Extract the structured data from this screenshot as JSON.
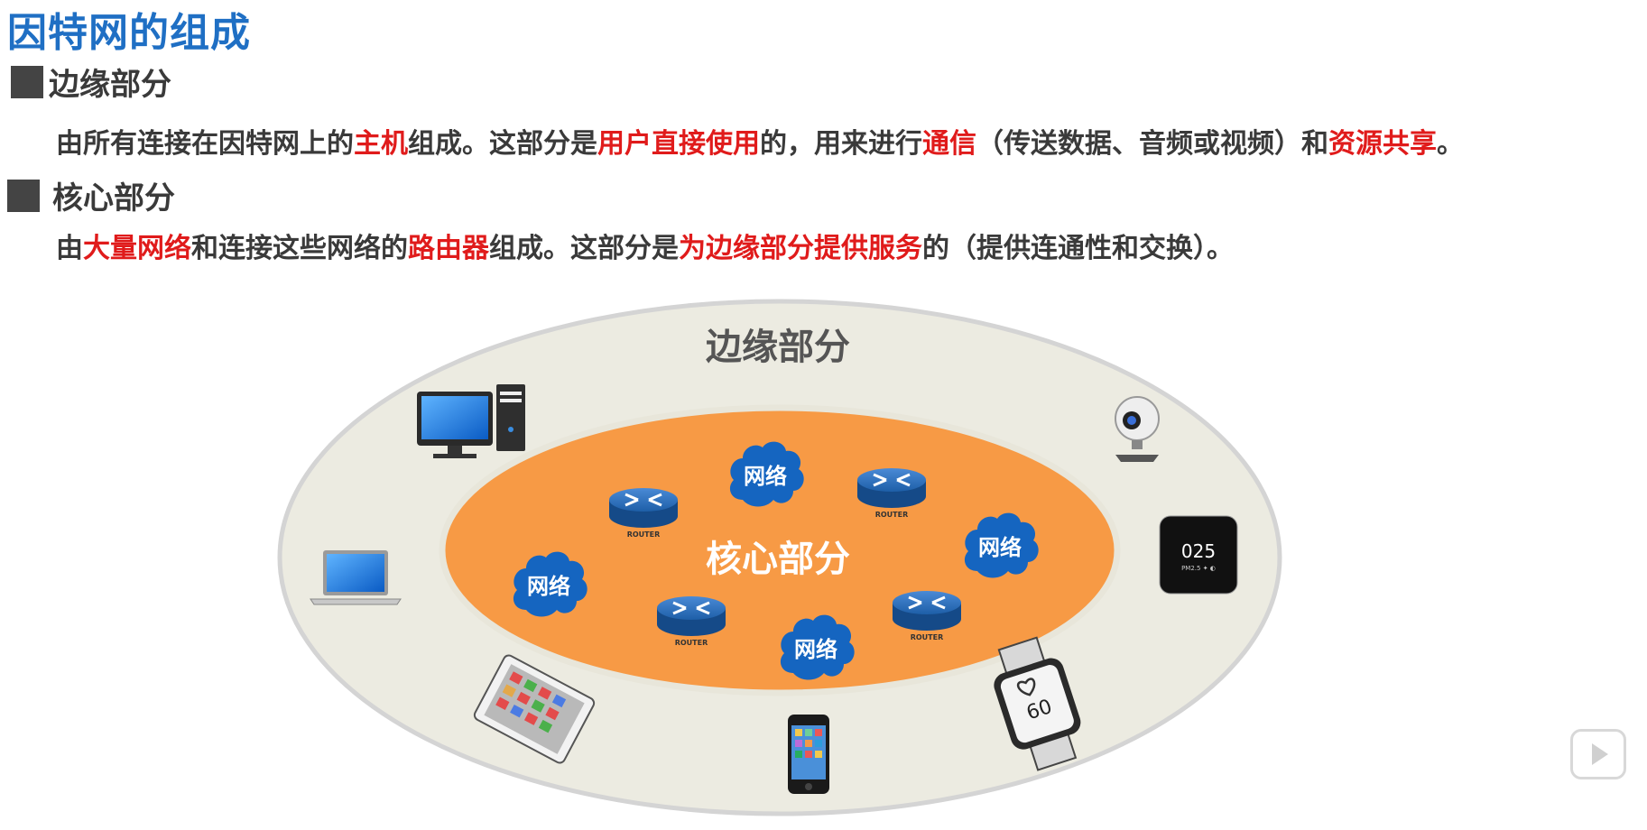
{
  "title": "因特网的组成",
  "edge_section": {
    "heading": "边缘部分",
    "text_parts": [
      {
        "text": "由所有连接在因特网上的",
        "hl": false
      },
      {
        "text": "主机",
        "hl": true
      },
      {
        "text": "组成。这部分是",
        "hl": false
      },
      {
        "text": "用户直接使用",
        "hl": true
      },
      {
        "text": "的，用来进行",
        "hl": false
      },
      {
        "text": "通信",
        "hl": true
      },
      {
        "text": "（传送数据、音频或视频）和",
        "hl": false
      },
      {
        "text": "资源共享",
        "hl": true
      },
      {
        "text": "。",
        "hl": false
      }
    ]
  },
  "core_section": {
    "heading": "核心部分",
    "text_parts": [
      {
        "text": "由",
        "hl": false
      },
      {
        "text": "大量网络",
        "hl": true
      },
      {
        "text": "和连接这些网络的",
        "hl": false
      },
      {
        "text": "路由器",
        "hl": true
      },
      {
        "text": "组成。这部分是",
        "hl": false
      },
      {
        "text": "为边缘部分提供服务",
        "hl": true
      },
      {
        "text": "的（提供连通性和交换）。",
        "hl": false
      }
    ]
  },
  "diagram": {
    "outer_label": "边缘部分",
    "inner_label": "核心部分",
    "network_label": "网络",
    "router_label": "ROUTER",
    "thermostat_display": "025",
    "thermostat_sub": "PM2.5  ✦  ◐",
    "watch_display": "60",
    "colors": {
      "outer_fill": "#ecebe1",
      "outer_stroke": "#d4d4d4",
      "inner_fill": "#f79a45",
      "cloud": "#1565c0",
      "router": "#1e5fa8",
      "highlight": "#e01b1b",
      "title": "#1f6fc4"
    }
  },
  "icons": [
    "desktop-computer-icon",
    "laptop-icon",
    "tablet-icon",
    "smartphone-icon",
    "smartwatch-icon",
    "smart-thermostat-icon",
    "webcam-icon",
    "router-icon",
    "network-cloud-icon",
    "video-play-icon"
  ]
}
